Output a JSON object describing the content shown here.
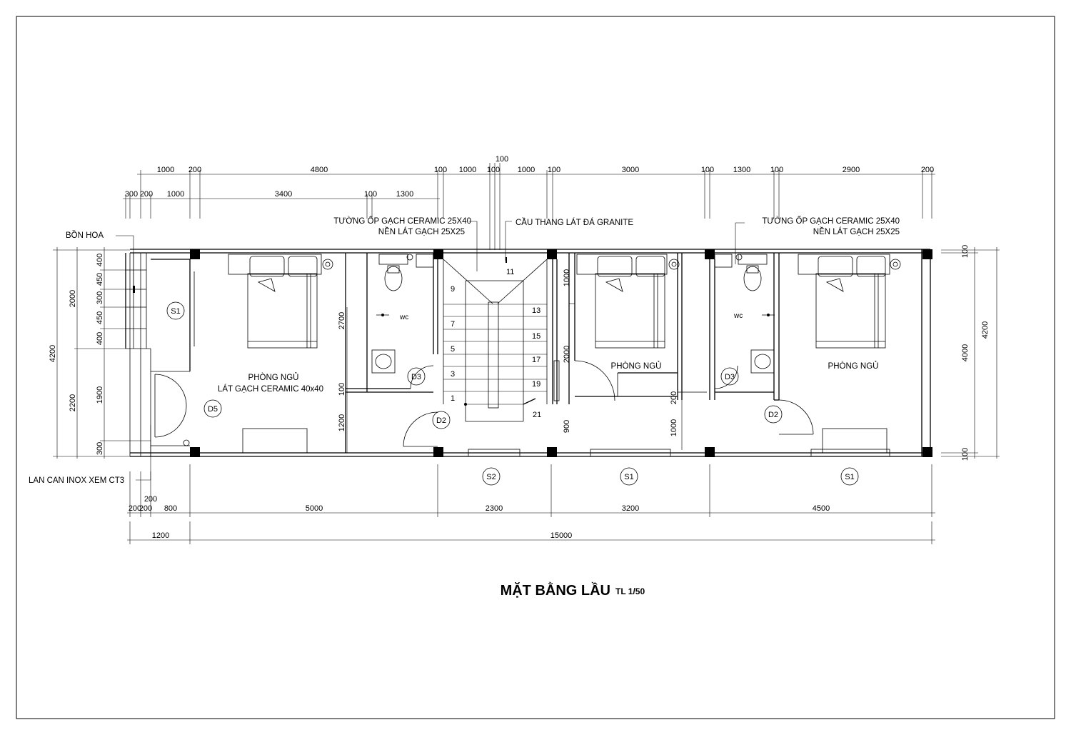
{
  "title": "MẶT BẰNG LẦU",
  "scale": "TL 1/50",
  "notes": {
    "left_wall_tile": "TƯỜNG ỐP GẠCH CERAMIC 25X40",
    "left_floor_tile": "NỀN LÁT GẠCH 25X25",
    "right_wall_tile": "TƯỜNG ỐP GẠCH CERAMIC 25X40",
    "right_floor_tile": "NỀN LÁT GẠCH 25X25",
    "stair": "CẦU THANG LÁT ĐÁ GRANITE",
    "planter": "BỒN HOA",
    "railing": "LAN CAN INOX XEM CT3"
  },
  "rooms": {
    "bedroom1": "PHÒNG NGỦ",
    "bedroom1_floor": "LÁT GẠCH CERAMIC 40x40",
    "bedroom2": "PHÒNG NGỦ",
    "bedroom3": "PHÒNG NGỦ",
    "wc1": "wc",
    "wc2": "wc"
  },
  "tags": {
    "s1_balcony": "S1",
    "d5": "D5",
    "d3_a": "D3",
    "d2_a": "D2",
    "d3_b": "D3",
    "d2_b": "D2",
    "s2_front": "S2",
    "s1_front_a": "S1",
    "s1_front_b": "S1"
  },
  "stair_numbers": [
    "1",
    "3",
    "5",
    "7",
    "9",
    "11",
    "13",
    "15",
    "17",
    "19",
    "21"
  ],
  "dims": {
    "top1": [
      "1000",
      "200",
      "4800",
      "100",
      "1000",
      "100",
      "100",
      "1000",
      "100",
      "3000",
      "100",
      "1300",
      "100",
      "2900",
      "200"
    ],
    "top2": [
      "300",
      "200",
      "1000",
      "3400",
      "100",
      "1300"
    ],
    "left_outer": [
      "4200"
    ],
    "left_mid": [
      "2000",
      "2200"
    ],
    "left_inner": [
      "400",
      "450",
      "300",
      "450",
      "400",
      "1900",
      "300"
    ],
    "right_outer": [
      "4200"
    ],
    "right_mid": [
      "100",
      "4000",
      "100"
    ],
    "bottom1": [
      "200",
      "200",
      "200",
      "800",
      "5000",
      "2300",
      "3200",
      "4500"
    ],
    "bottom2": [
      "1200",
      "15000"
    ],
    "interior": [
      "2700",
      "100",
      "1200",
      "1000",
      "2000",
      "900",
      "200",
      "1000"
    ]
  }
}
